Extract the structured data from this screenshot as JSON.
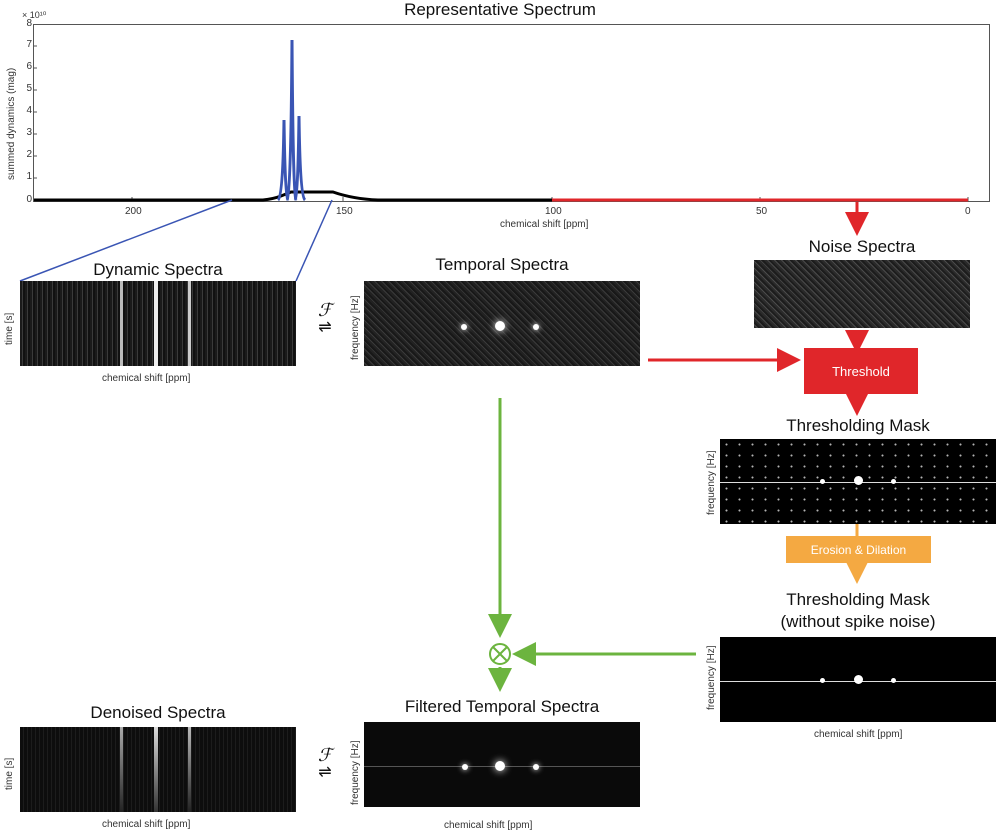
{
  "top_chart": {
    "title": "Representative Spectrum",
    "exponent_label": "× 10¹⁰",
    "ylabel": "summed dynamics (mag)",
    "xlabel": "chemical shift [ppm]",
    "y_ticks": [
      "8",
      "7",
      "6",
      "5",
      "4",
      "3",
      "2",
      "1",
      "0"
    ],
    "x_ticks": [
      "200",
      "150",
      "100",
      "50",
      "0"
    ]
  },
  "chart_data": {
    "type": "line",
    "title": "Representative Spectrum",
    "xlabel": "chemical shift [ppm]",
    "ylabel": "summed dynamics (mag)",
    "x_reversed": true,
    "xlim": [
      -3,
      224
    ],
    "ylim": [
      0,
      8
    ],
    "y_multiplier": "1e10",
    "peaks": [
      {
        "x": 172,
        "y": 3.6
      },
      {
        "x": 170,
        "y": 7.3
      },
      {
        "x": 168,
        "y": 3.8
      }
    ],
    "series": [
      {
        "segment": "baseline",
        "x_range": [
          100,
          224
        ],
        "color": "#000000"
      },
      {
        "segment": "peaks",
        "x_range": [
          165,
          176
        ],
        "color": "#3a55b4"
      },
      {
        "segment": "noise region",
        "x_range": [
          0,
          100
        ],
        "color": "#e0262a"
      }
    ]
  },
  "colors": {
    "blue": "#3a55b4",
    "red": "#e0262a",
    "green": "#6cb43f",
    "orange": "#f4a942"
  },
  "panels": {
    "dynamic": {
      "title": "Dynamic Spectra",
      "ylabel": "time [s]",
      "xlabel": "chemical shift [ppm]"
    },
    "temporal": {
      "title": "Temporal Spectra",
      "ylabel": "frequency [Hz]"
    },
    "noise": {
      "title": "Noise Spectra"
    },
    "threshold_mask": {
      "title": "Thresholding Mask",
      "ylabel": "frequency [Hz]"
    },
    "mask_clean": {
      "title_line1": "Thresholding Mask",
      "title_line2": "(without spike noise)",
      "ylabel": "frequency [Hz]",
      "xlabel": "chemical shift [ppm]"
    },
    "denoised": {
      "title": "Denoised Spectra",
      "ylabel": "time [s]",
      "xlabel": "chemical shift [ppm]"
    },
    "filtered": {
      "title": "Filtered Temporal Spectra",
      "ylabel": "frequency [Hz]",
      "xlabel": "chemical shift [ppm]"
    }
  },
  "boxes": {
    "threshold": "Threshold",
    "erosion": "Erosion & Dilation"
  },
  "symbols": {
    "fourier": "ℱ",
    "multiply": "⊗"
  }
}
